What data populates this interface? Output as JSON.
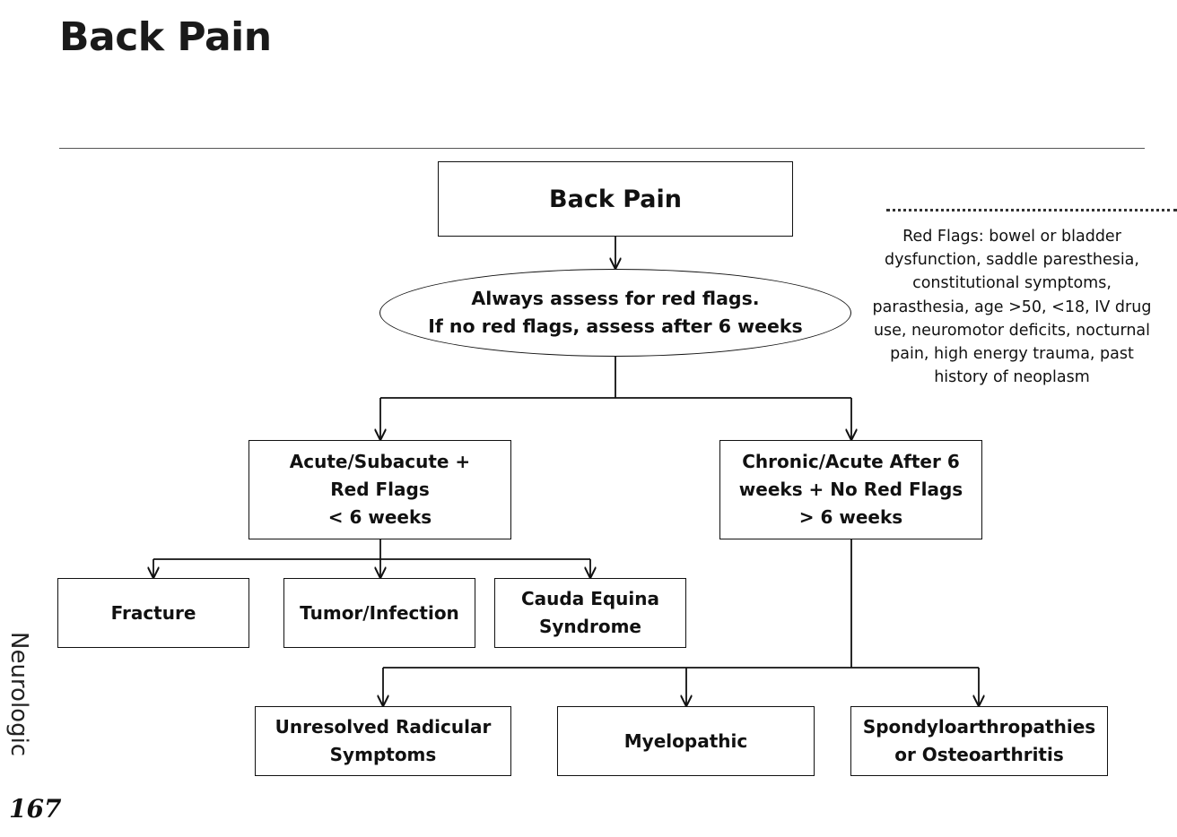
{
  "page": {
    "title": "Back Pain",
    "section": "Neurologic",
    "page_number": "167"
  },
  "flowchart": {
    "root": "Back Pain",
    "assess": "Always assess for red flags.\nIf no red flags, assess after 6 weeks",
    "acute": "Acute/Subacute +\nRed Flags\n< 6 weeks",
    "chronic": "Chronic/Acute After 6\nweeks + No Red Flags\n> 6 weeks",
    "fracture": "Fracture",
    "tumor": "Tumor/Infection",
    "cauda": "Cauda Equina\nSyndrome",
    "radicular": "Unresolved Radicular\nSymptoms",
    "myelopathic": "Myelopathic",
    "spondylo": "Spondyloarthropathies\nor Osteoarthritis"
  },
  "red_flags_note": "Red Flags: bowel or bladder dysfunction, saddle paresthesia, constitutional symptoms, parasthesia, age >50, <18, IV drug use, neuromotor deficits, nocturnal pain, high energy trauma, past history of neoplasm"
}
